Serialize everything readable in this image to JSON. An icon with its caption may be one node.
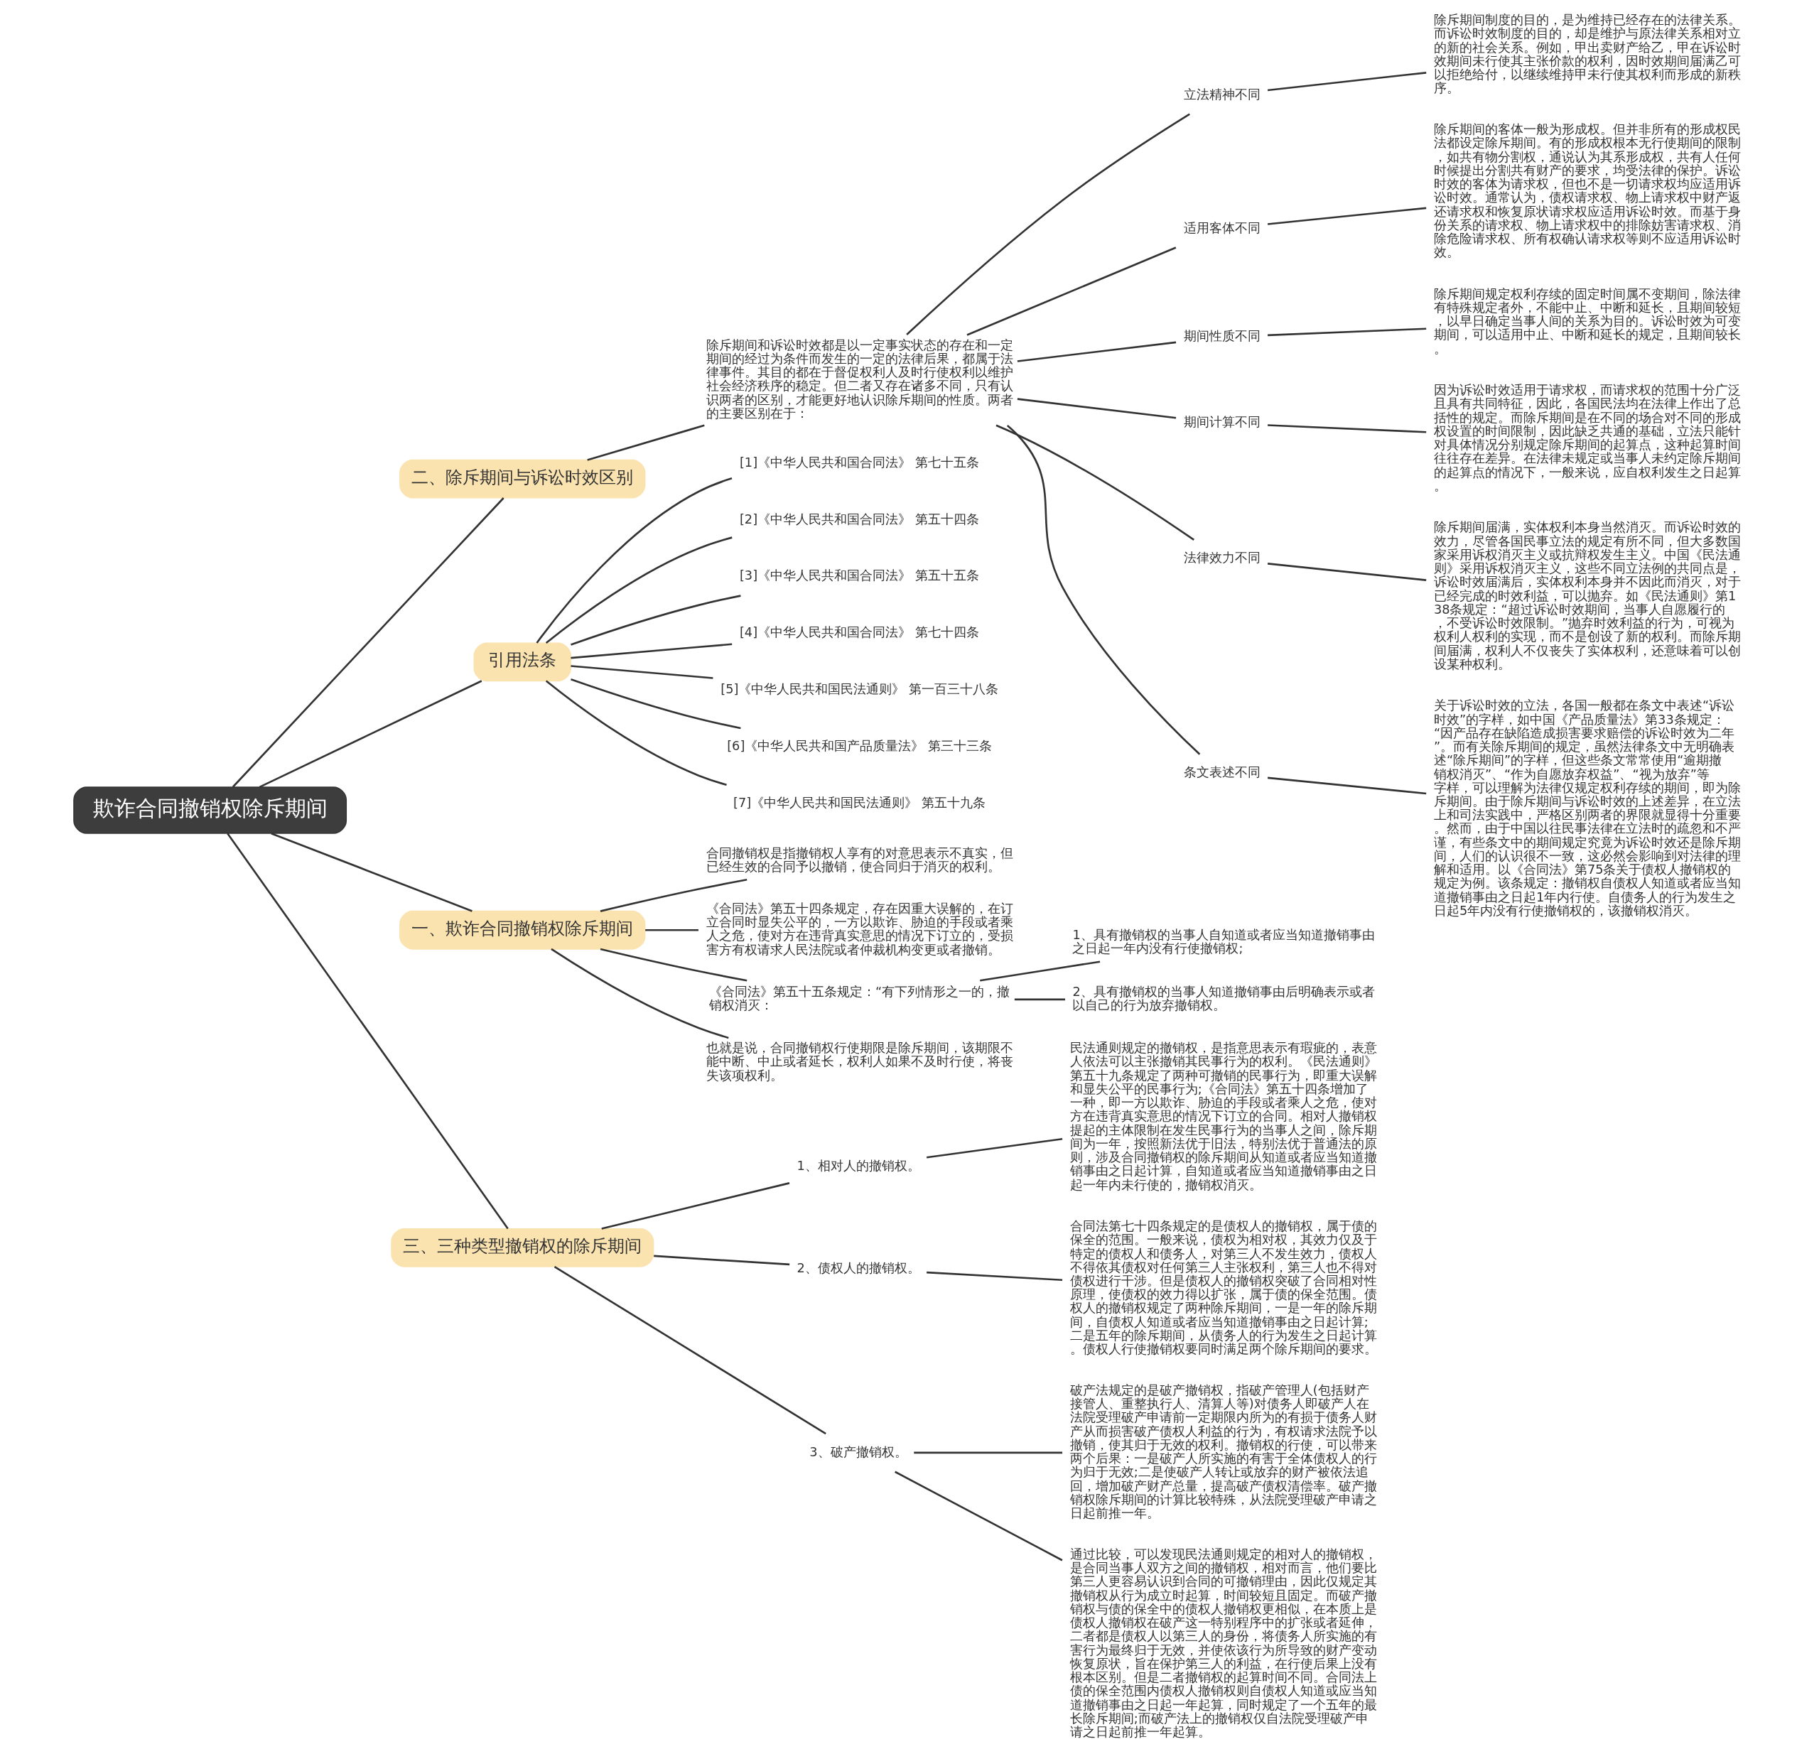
{
  "diagram": {
    "nodes": [
      {
        "text": [
          "欺诈合同撤销权除斥期间"
        ]
      },
      {
        "text": [
          "二、除斥期间与诉讼时效区别"
        ]
      },
      {
        "text": [
          "除斥期间和诉讼时效都是以一定事实状态的存在和一定期间的经过为条件而发生的一定的法律后果，都属于法律事件。其目的都在于督促权利人及时行使权利以维护社会经济秩序的稳定。但二者又存在诸多不同，只有认识两者的区别，才能更好地认识除斥期间的性质。两者的主要区别在于："
        ]
      },
      {
        "text": [
          "立法精神不同"
        ]
      },
      {
        "text": [
          "除斥期间制度的目的，是为维持已经存在的法律关系。而诉讼时效制度的目的，却是维护与原法律关系相对立的新的社会关系。例如，甲出卖财产给乙，甲在诉讼时效期间未行使其主张价款的权利，因时效期间届满乙可以拒绝给付，以继续维持甲未行使其权利而形成的新秩序。"
        ]
      },
      {
        "text": [
          "适用客体不同"
        ]
      },
      {
        "text": [
          "除斥期间的客体一般为形成权。但并非所有的形成权民法都设定除斥期间。有的形成权根本无行使期间的限制，如共有物分割权，通说认为其系形成权，共有人任何时候提出分割共有财产的要求，均受法律的保护。诉讼时效的客体为请求权，但也不是一切请求权均应适用诉讼时效。通常认为，债权请求权、物上请求权中财产返还请求权和恢复原状请求权应适用诉讼时效。而基于身份关系的请求权、物上请求权中的排除妨害请求权、消除危险请求权、所有权确认请求权等则不应适用诉讼时效。"
        ]
      },
      {
        "text": [
          "期间性质不同"
        ]
      },
      {
        "text": [
          "除斥期间规定权利存续的固定时间属不变期间，除法律有特殊规定者外，不能中止、中断和延长，且期间较短，以早日确定当事人间的关系为目的。诉讼时效为可变期间，可以适用中止、中断和延长的规定，且期间较长。"
        ]
      },
      {
        "text": [
          "期间计算不同"
        ]
      },
      {
        "text": [
          "因为诉讼时效适用于请求权，而请求权的范围十分广泛且具有共同特征，因此，各国民法均在法律上作出了总括性的规定。而除斥期间是在不同的场合对不同的形成权设置的时间限制，因此缺乏共通的基础，立法只能针对具体情况分别规定除斥期间的起算点，这种起算时间往往存在差异。在法律未规定或当事人未约定除斥期间的起算点的情况下，一般来说，应自权利发生之日起算。"
        ]
      },
      {
        "text": [
          "法律效力不同"
        ]
      },
      {
        "text": [
          "除斥期间届满，实体权利本身当然消灭。而诉讼时效的效力，尽管各国民事立法的规定有所不同，但大多数国家采用诉权消灭主义或抗辩权发生主义。中国《民法通则》采用诉权消灭主义，这些不同立法例的共同点是，诉讼时效届满后，实体权利本身并不因此而消灭，对于已经完成的时效利益，可以抛弃。如《民法通则》第138条规定：“超过诉讼时效期间，当事人自愿履行的，不受诉讼时效限制。”抛弃时效利益的行为，可视为权利人权利的实现，而不是创设了新的权利。而除斥期间届满，权利人不仅丧失了实体权利，还意味着可以创设某种权利。"
        ]
      },
      {
        "text": [
          "条文表述不同"
        ]
      },
      {
        "text": [
          "关于诉讼时效的立法，各国一般都在条文中表述“诉讼时效”的字样，如中国《产品质量法》第33条规定：“因产品存在缺陷造成损害要求赔偿的诉讼时效为二年”。而有关除斥期间的规定，虽然法律条文中无明确表述“除斥期间”的字样，但这些条文常常使用“逾期撤销权消灭”、“作为自愿放弃权益”、“视为放弃”等字样，可以理解为法律仅规定权利存续的期间，即为除斥期间。由于除斥期间与诉讼时效的上述差异，在立法上和司法实践中，严格区别两者的界限就显得十分重要。然而，由于中国以往民事法律在立法时的疏忽和不严谨，有些条文中的期间规定究竟为诉讼时效还是除斥期间，人们的认识很不一致，这必然会影响到对法律的理解和适用。以《合同法》第75条关于债权人撤销权的规定为例。该条规定：撤销权自债权人知道或者应当知道撤销事由之日起1年内行使。自债务人的行为发生之日起5年内没有行使撤销权的，该撤销权消灭。"
        ]
      },
      {
        "text": [
          "引用法条"
        ]
      },
      {
        "text": [
          "[1]《中华人民共和国合同法》 第七十五条"
        ]
      },
      {
        "text": [
          "[2]《中华人民共和国合同法》 第五十四条"
        ]
      },
      {
        "text": [
          "[3]《中华人民共和国合同法》 第五十五条"
        ]
      },
      {
        "text": [
          "[4]《中华人民共和国合同法》 第七十四条"
        ]
      },
      {
        "text": [
          "[5]《中华人民共和国民法通则》 第一百三十八条"
        ]
      },
      {
        "text": [
          "[6]《中华人民共和国产品质量法》 第三十三条"
        ]
      },
      {
        "text": [
          "[7]《中华人民共和国民法通则》 第五十九条"
        ]
      },
      {
        "text": [
          "一、欺诈合同撤销权除斥期间"
        ]
      },
      {
        "text": [
          "合同撤销权是指撤销权人享有的对意思表示不真实，但已经生效的合同予以撤销，使合同归于消灭的权利。"
        ]
      },
      {
        "text": [
          "《合同法》第五十四条规定，存在因重大误解的，在订立合同时显失公平的，一方以欺诈、胁迫的手段或者乘人之危，使对方在违背真实意思的情况下订立的，受损害方有权请求人民法院或者仲裁机构变更或者撤销。"
        ]
      },
      {
        "text": [
          "《合同法》第五十五条规定：“有下列情形之一的，撤销权消灭："
        ]
      },
      {
        "text": [
          "1、具有撤销权的当事人自知道或者应当知道撤销事由之日起一年内没有行使撤销权;"
        ]
      },
      {
        "text": [
          "2、具有撤销权的当事人知道撤销事由后明确表示或者以自己的行为放弃撤销权。"
        ]
      },
      {
        "text": [
          "也就是说，合同撤销权行使期限是除斥期间，该期限不能中断、中止或者延长，权利人如果不及时行使，将丧失该项权利。"
        ]
      },
      {
        "text": [
          "三、三种类型撤销权的除斥期间"
        ]
      },
      {
        "text": [
          "1、相对人的撤销权。"
        ]
      },
      {
        "text": [
          "民法通则规定的撤销权，是指意思表示有瑕疵的，表意人依法可以主张撤销其民事行为的权利。《民法通则》第五十九条规定了两种可撤销的民事行为，即重大误解和显失公平的民事行为;《合同法》第五十四条增加了一种，即一方以欺诈、胁迫的手段或者乘人之危，使对方在违背真实意思的情况下订立的合同。相对人撤销权提起的主体限制在发生民事行为的当事人之间，除斥期间为一年，按照新法优于旧法，特别法优于普通法的原则，涉及合同撤销权的除斥期间从知道或者应当知道撤销事由之日起计算，自知道或者应当知道撤销事由之日起一年内未行使的，撤销权消灭。"
        ]
      },
      {
        "text": [
          "2、债权人的撤销权。"
        ]
      },
      {
        "text": [
          "合同法第七十四条规定的是债权人的撤销权，属于债的保全的范围。一般来说，债权为相对权，其效力仅及于特定的债权人和债务人，对第三人不发生效力，债权人不得依其债权对任何第三人主张权利，第三人也不得对债权进行干涉。但是债权人的撤销权突破了合同相对性原理，使债权的效力得以扩张，属于债的保全范围。债权人的撤销权规定了两种除斥期间，一是一年的除斥期间，自债权人知道或者应当知道撤销事由之日起计算;二是五年的除斥期间，从债务人的行为发生之日起计算。债权人行使撤销权要同时满足两个除斥期间的要求。"
        ]
      },
      {
        "text": [
          "3、破产撤销权。"
        ]
      },
      {
        "text": [
          "破产法规定的是破产撤销权，指破产管理人(包括财产接管人、重整执行人、清算人等)对债务人即破产人在法院受理破产申请前一定期限内所为的有损于债务人财产从而损害破产债权人利益的行为，有权请求法院予以撤销，使其归于无效的权利。撤销权的行使，可以带来两个后果：一是破产人所实施的有害于全体债权人的行为归于无效;二是使破产人转让或放弃的财产被依法追回，增加破产财产总量，提高破产债权清偿率。破产撤销权除斥期间的计算比较特殊，从法院受理破产申请之日起前推一年。"
        ]
      },
      {
        "text": [
          "通过比较，可以发现民法通则规定的相对人的撤销权，是合同当事人双方之间的撤销权，相对而言，他们要比第三人更容易认识到合同的可撤销理由，因此仅规定其撤销权从行为成立时起算，时间较短且固定。而破产撤销权与债的保全中的债权人撤销权更相似，在本质上是债权人撤销权在破产这一特别程序中的扩张或者延伸，二者都是债权人以第三人的身份，将债务人所实施的有害行为最终归于无效，并使依该行为所导致的财产变动恢复原状，旨在保护第三人的利益，在行使后果上没有根本区别。但是二者撤销权的起算时间不同。合同法上债的保全范围内债权人撤销权则自债权人知道或应当知道撤销事由之日起一年起算，同时规定了一个五年的最长除斥期间;而破产法上的撤销权仅自法院受理破产申请之日起前推一年起算。"
        ]
      }
    ],
    "edges": [
      {
        "from": 0,
        "to": 1,
        "arrow": "none"
      },
      {
        "from": 1,
        "to": 2,
        "arrow": "none"
      },
      {
        "from": 2,
        "to": 3,
        "arrow": "none"
      },
      {
        "from": 3,
        "to": 4,
        "arrow": "none"
      },
      {
        "from": 2,
        "to": 5,
        "arrow": "none"
      },
      {
        "from": 5,
        "to": 6,
        "arrow": "none"
      },
      {
        "from": 2,
        "to": 7,
        "arrow": "none"
      },
      {
        "from": 7,
        "to": 8,
        "arrow": "none"
      },
      {
        "from": 2,
        "to": 9,
        "arrow": "none"
      },
      {
        "from": 9,
        "to": 10,
        "arrow": "none"
      },
      {
        "from": 2,
        "to": 11,
        "arrow": "none"
      },
      {
        "from": 11,
        "to": 12,
        "arrow": "none"
      },
      {
        "from": 2,
        "to": 13,
        "arrow": "none"
      },
      {
        "from": 13,
        "to": 14,
        "arrow": "none"
      },
      {
        "from": 0,
        "to": 15,
        "arrow": "none"
      },
      {
        "from": 15,
        "to": 16,
        "arrow": "none"
      },
      {
        "from": 15,
        "to": 17,
        "arrow": "none"
      },
      {
        "from": 15,
        "to": 18,
        "arrow": "none"
      },
      {
        "from": 15,
        "to": 19,
        "arrow": "none"
      },
      {
        "from": 15,
        "to": 20,
        "arrow": "none"
      },
      {
        "from": 15,
        "to": 21,
        "arrow": "none"
      },
      {
        "from": 15,
        "to": 22,
        "arrow": "none"
      },
      {
        "from": 0,
        "to": 23,
        "arrow": "none"
      },
      {
        "from": 23,
        "to": 24,
        "arrow": "none"
      },
      {
        "from": 23,
        "to": 25,
        "arrow": "none"
      },
      {
        "from": 23,
        "to": 26,
        "arrow": "none"
      },
      {
        "from": 26,
        "to": 27,
        "arrow": "none"
      },
      {
        "from": 26,
        "to": 28,
        "arrow": "none"
      },
      {
        "from": 23,
        "to": 29,
        "arrow": "none"
      },
      {
        "from": 0,
        "to": 30,
        "arrow": "none"
      },
      {
        "from": 30,
        "to": 31,
        "arrow": "none"
      },
      {
        "from": 31,
        "to": 32,
        "arrow": "none"
      },
      {
        "from": 30,
        "to": 33,
        "arrow": "none"
      },
      {
        "from": 33,
        "to": 34,
        "arrow": "none"
      },
      {
        "from": 30,
        "to": 35,
        "arrow": "none"
      },
      {
        "from": 35,
        "to": 36,
        "arrow": "none"
      },
      {
        "from": 35,
        "to": 37,
        "arrow": "none"
      }
    ]
  }
}
